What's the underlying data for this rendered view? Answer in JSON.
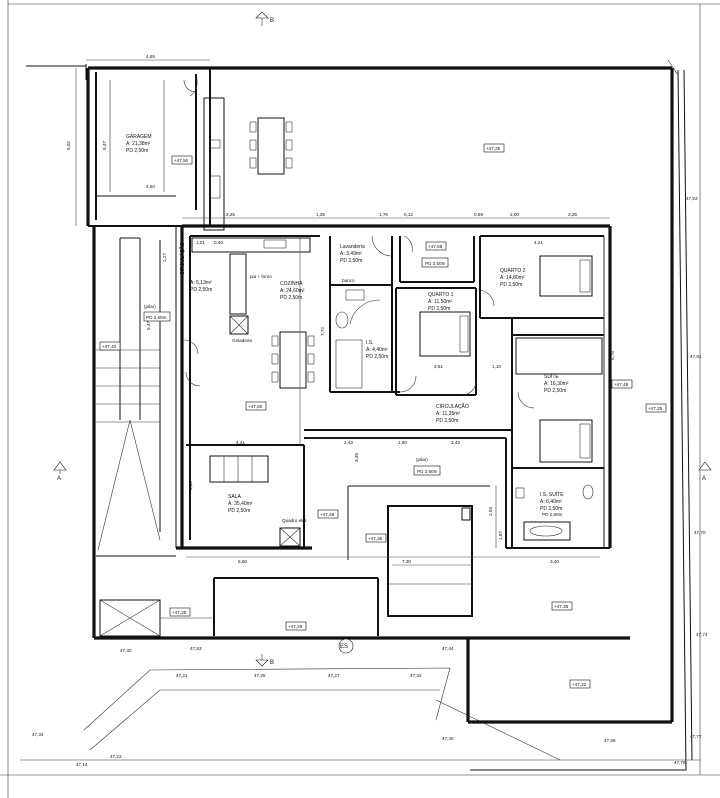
{
  "rooms": {
    "garagem": {
      "name": "GARAGEM",
      "area": "A: 21,38m²",
      "floor": "PD 2,50m"
    },
    "circulacao_left": {
      "name": "CIRCULAÇÃO",
      "area": "A: 5,13m²",
      "floor": "PD 2,50m"
    },
    "cozinha": {
      "name": "COZINHA",
      "area": "A: 24,60m²",
      "floor": "PD 2,50m"
    },
    "lavanderia": {
      "name": "Lavanderia",
      "area": "A: 3,49m²",
      "floor": "PD 2,50m"
    },
    "wc": {
      "name": "I.S.",
      "area": "A: 4,40m²",
      "floor": "PD 2,50m"
    },
    "quarto1": {
      "name": "QUARTO 1",
      "area": "A: 11,50m²",
      "floor": "PD 2,50m"
    },
    "quarto2": {
      "name": "QUARTO 2",
      "area": "A: 14,80m²",
      "floor": "PD 2,50m"
    },
    "suite": {
      "name": "SUÍTE",
      "area": "A: 16,30m²",
      "floor": "PD 2,50m"
    },
    "is_suite": {
      "name": "I.S. SUÍTE",
      "area": "A: 6,40m²",
      "floor": "PD 2,50m"
    },
    "circulacao_center": {
      "name": "CIRCULAÇÃO",
      "area": "A: 11,35m²",
      "floor": "PD 2,50m"
    },
    "sala": {
      "name": "SALA",
      "area": "A: 35,40m²",
      "floor": "PD 2,50m"
    }
  },
  "floor_tags": {
    "pd_250_right": "PD 2,50m",
    "pd_250_bath": "PD 2,50m",
    "pd_260": "PD 2,60m",
    "pd_250_left": "PD 2,50m"
  },
  "small_text": {
    "pia": "pia + forno",
    "geladeira": "Geladeira",
    "banco": "banco",
    "quadro": "Quadro elét.",
    "pilar_left": "(pilar)",
    "pilar_right": "(pilar)"
  },
  "levels": {
    "garage_floor": "+47,50",
    "upper_yard": "+47,25",
    "left_strip": "+47,40",
    "kitchen": "+47,50",
    "lav_small": "+47,68",
    "suite_right": "+47,48",
    "right_yard": "+47,25",
    "terrace_pool": "+47,48",
    "pool_deck": "+47,35",
    "pool_right": "+47,35",
    "front_left": "+47,25",
    "front_mid": "+47,25",
    "front_right": "+47,22"
  },
  "dimensions": {
    "top": [
      "2,25",
      "1,25",
      "1,76",
      "0,12",
      "0,69",
      "2,00",
      "2,25"
    ],
    "garage_width": "4,65",
    "garage_inner": "4,50",
    "garage_depth": "5,02",
    "garage_inner_depth": "5,47",
    "kitchen_h": [
      "1,01",
      "0,40"
    ],
    "quarto_h": [
      "4,21"
    ],
    "cozinha_v": "7,72",
    "hall_h": "2,81",
    "hall_h2": "1,10",
    "right_v": "5,75",
    "sala_h": "4,41",
    "circ_h": [
      "2,43",
      "1,50",
      "3,43"
    ],
    "pool_h": "7,30",
    "bottom": [
      "5,60",
      "3,40"
    ],
    "left_v": [
      "1,27",
      "5,47"
    ],
    "sala_v": "3,80",
    "pool_v": "3,49",
    "circ_v": [
      "2,53",
      "1,87"
    ]
  },
  "spot_heights": [
    "47,53",
    "47,81",
    "47,70",
    "47,74",
    "47,77",
    "47,66",
    "47,78",
    "47,30",
    "47,53",
    "47,44",
    "47,21",
    "47,25",
    "47,27",
    "47,32",
    "47,34",
    "47,40",
    "47,14",
    "47,22"
  ],
  "markers": {
    "a": "A",
    "b": "B",
    "es": "ES"
  }
}
